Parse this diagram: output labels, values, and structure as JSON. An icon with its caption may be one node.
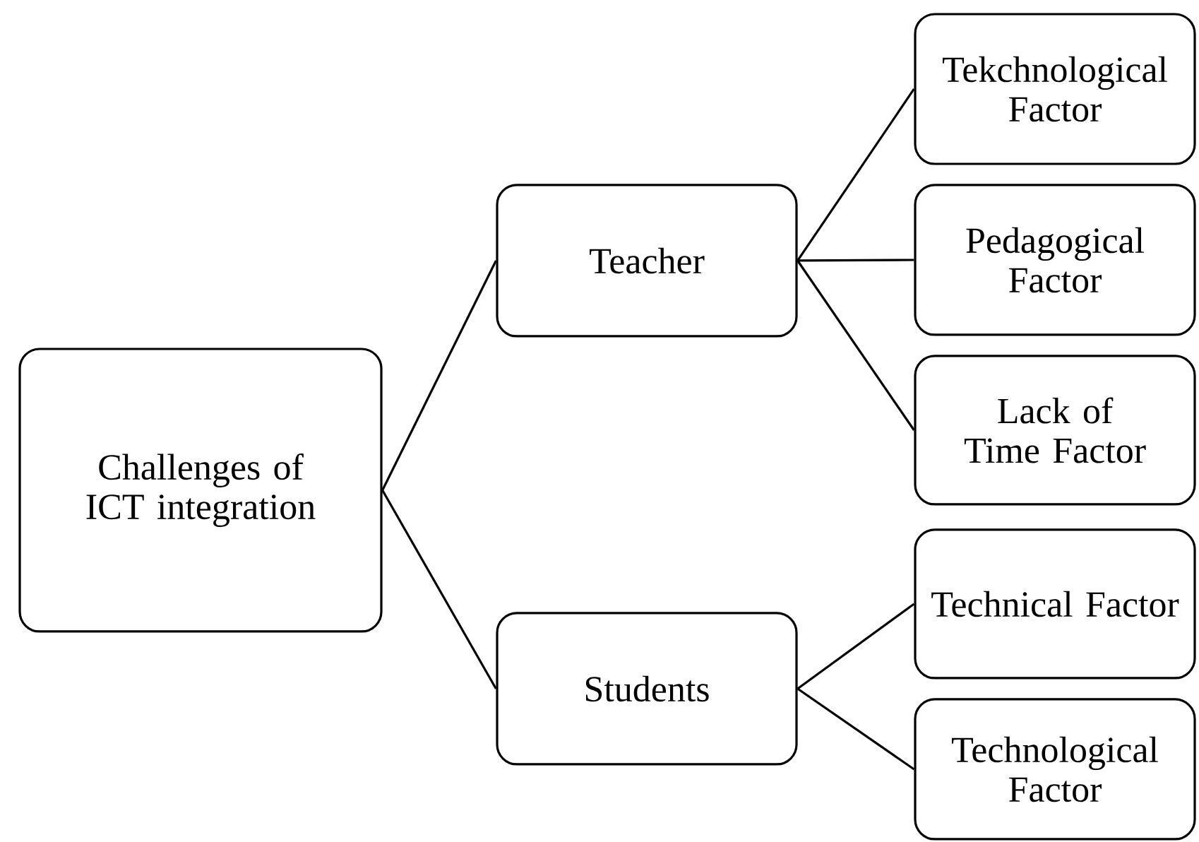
{
  "diagram": {
    "nodes": [
      {
        "text": [
          "Challenges of ICT integration"
        ]
      },
      {
        "text": [
          "Teacher"
        ]
      },
      {
        "text": [
          "Students"
        ]
      },
      {
        "text": [
          "Tekchnological Factor"
        ]
      },
      {
        "text": [
          "Pedagogical Factor"
        ]
      },
      {
        "text": [
          "Lack of Time Factor"
        ]
      },
      {
        "text": [
          "Technical Factor"
        ]
      },
      {
        "text": [
          "Technological Factor"
        ]
      }
    ],
    "edges": [
      {
        "from": 0,
        "to": 1,
        "arrow": "none"
      },
      {
        "from": 0,
        "to": 2,
        "arrow": "none"
      },
      {
        "from": 1,
        "to": 3,
        "arrow": "none"
      },
      {
        "from": 1,
        "to": 4,
        "arrow": "none"
      },
      {
        "from": 1,
        "to": 5,
        "arrow": "none"
      },
      {
        "from": 2,
        "to": 6,
        "arrow": "none"
      },
      {
        "from": 2,
        "to": 7,
        "arrow": "none"
      }
    ]
  }
}
